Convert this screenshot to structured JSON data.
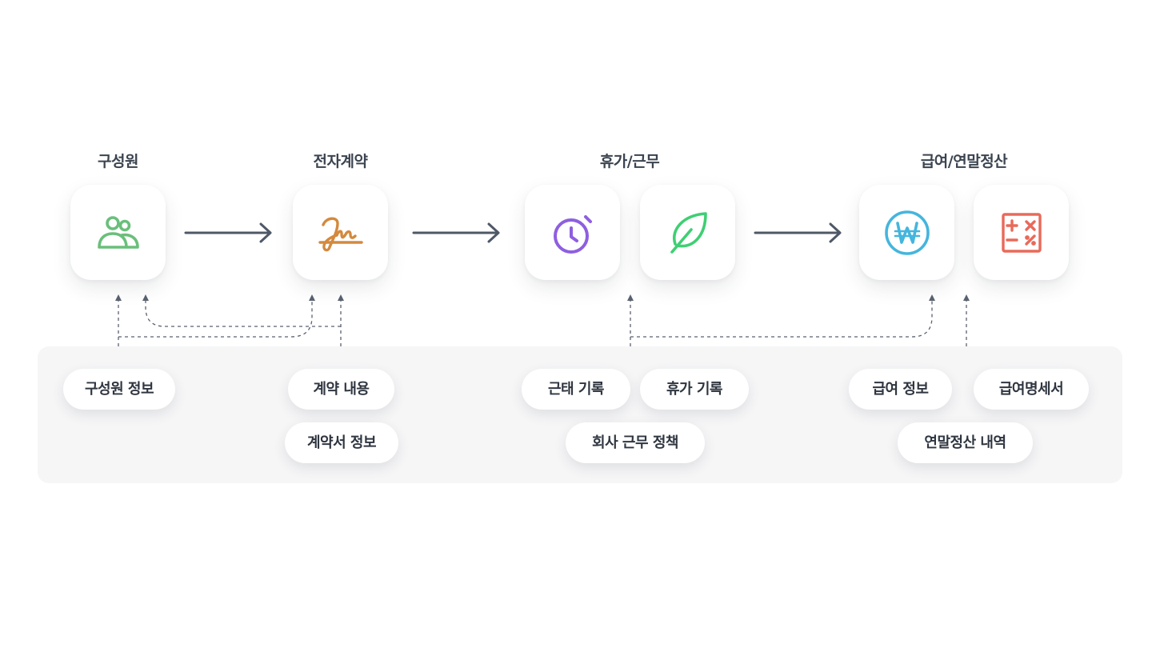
{
  "groups": {
    "members": {
      "title": "구성원"
    },
    "econtract": {
      "title": "전자계약"
    },
    "leave": {
      "title": "휴가/근무"
    },
    "payroll": {
      "title": "급여/연말정산"
    }
  },
  "icons": {
    "members": {
      "name": "users-icon",
      "color": "#6abf7b"
    },
    "signature": {
      "name": "signature-icon",
      "color": "#d4893d"
    },
    "clock": {
      "name": "alarm-clock-icon",
      "color": "#8e5fe0"
    },
    "leaf": {
      "name": "leaf-icon",
      "color": "#3fcf73"
    },
    "won": {
      "name": "won-coin-icon",
      "color": "#45b5dd"
    },
    "calculator": {
      "name": "calculator-icon",
      "color": "#e86a5a"
    }
  },
  "chips": {
    "member_info": "구성원 정보",
    "contract_content": "계약 내용",
    "contract_doc_info": "계약서 정보",
    "attendance_record": "근태 기록",
    "leave_record": "휴가 기록",
    "company_work_policy": "회사 근무 정책",
    "pay_info": "급여 정보",
    "payslip": "급여명세서",
    "year_end_settlement": "연말정산 내역"
  },
  "colors": {
    "arrow": "#4f5866",
    "dashed": "#5a6270",
    "panel": "#f6f6f7"
  }
}
